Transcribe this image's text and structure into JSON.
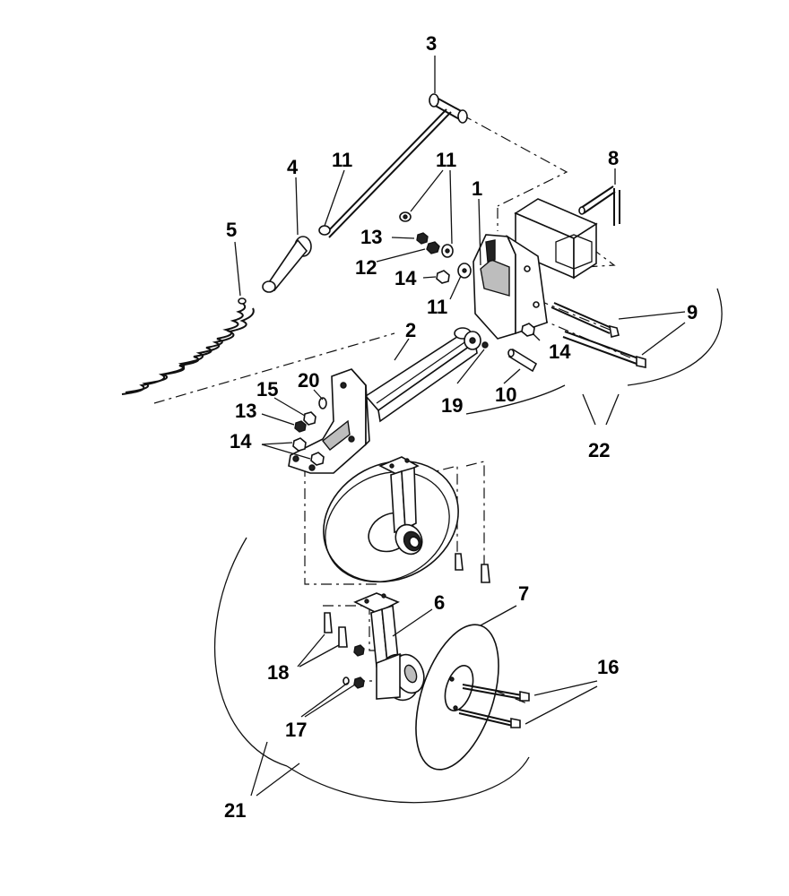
{
  "labels": {
    "l1": "1",
    "l2": "2",
    "l3": "3",
    "l4": "4",
    "l5": "5",
    "l6": "6",
    "l7": "7",
    "l8": "8",
    "l9": "9",
    "l10": "10",
    "l11a": "11",
    "l11b": "11",
    "l11c": "11",
    "l12": "12",
    "l13a": "13",
    "l13b": "13",
    "l14a": "14",
    "l14b": "14",
    "l14c": "14",
    "l15": "15",
    "l16": "16",
    "l17": "17",
    "l18": "18",
    "l19": "19",
    "l20": "20",
    "l21": "21",
    "l22": "22"
  }
}
